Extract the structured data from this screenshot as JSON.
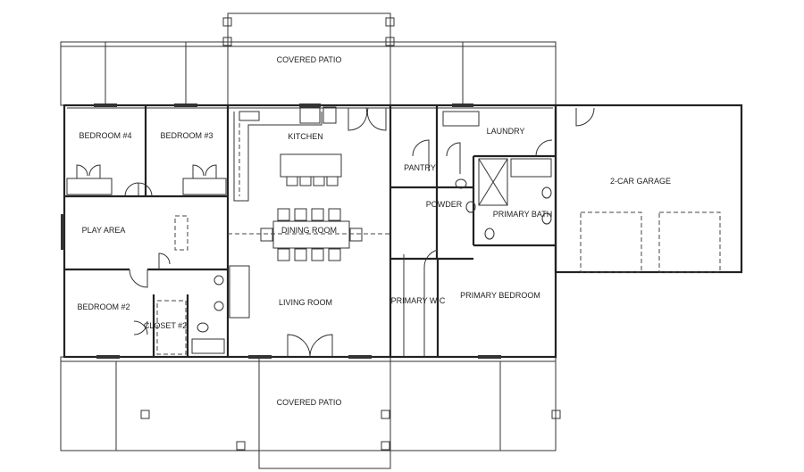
{
  "plan": {
    "rooms": {
      "covered_patio_top": "COVERED PATIO",
      "covered_patio_bottom": "COVERED PATIO",
      "bedroom4": "BEDROOM #4",
      "bedroom3": "BEDROOM #3",
      "bedroom2": "BEDROOM #2",
      "closet2": "CLOSET #2",
      "play_area": "PLAY AREA",
      "kitchen": "KITCHEN",
      "dining_room": "DINING ROOM",
      "living_room": "LIVING ROOM",
      "pantry": "PANTRY",
      "powder": "POWDER",
      "laundry": "LAUNDRY",
      "primary_bath": "PRIMARY BATH",
      "primary_wic": "PRIMARY WIC",
      "primary_bedroom": "PRIMARY BEDROOM",
      "garage": "2-CAR GARAGE"
    },
    "line_color": "#222222"
  }
}
